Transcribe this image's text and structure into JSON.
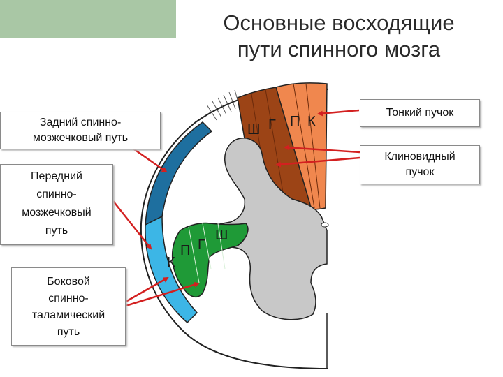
{
  "title": {
    "line1": "Основные восходящие",
    "line2": "пути спинного мозга"
  },
  "labels": {
    "posterior_spinocerebellar": {
      "line1": "Задний спинно-",
      "line2": "мозжечковый путь"
    },
    "anterior_spinocerebellar": {
      "line1": "Передний",
      "line2": "спинно-",
      "line3": "мозжечковый",
      "line4": "путь"
    },
    "lateral_spinothalamic": {
      "line1": "Боковой",
      "line2": "спинно-",
      "line3": "таламический",
      "line4": "путь"
    },
    "gracile_fasciculus": {
      "line1": "Тонкий пучок"
    },
    "cuneate_fasciculus": {
      "line1": "Клиновидный",
      "line2": "пучок"
    }
  },
  "dorsal_letters": {
    "sh": "Ш",
    "g": "Г",
    "p": "П",
    "k": "К"
  },
  "lateral_letters": {
    "k": "К",
    "p": "П",
    "g": "Г",
    "sh": "Ш"
  },
  "colors": {
    "gracile": "#f0874e",
    "cuneate": "#9c4416",
    "posterior_tract": "#1e6f9f",
    "anterior_tract": "#3cb6e6",
    "spinothalamic": "#1f9a37",
    "gray_matter": "#c8c8c8",
    "arrow": "#d32020",
    "corner_block": "#a9c7a5"
  }
}
